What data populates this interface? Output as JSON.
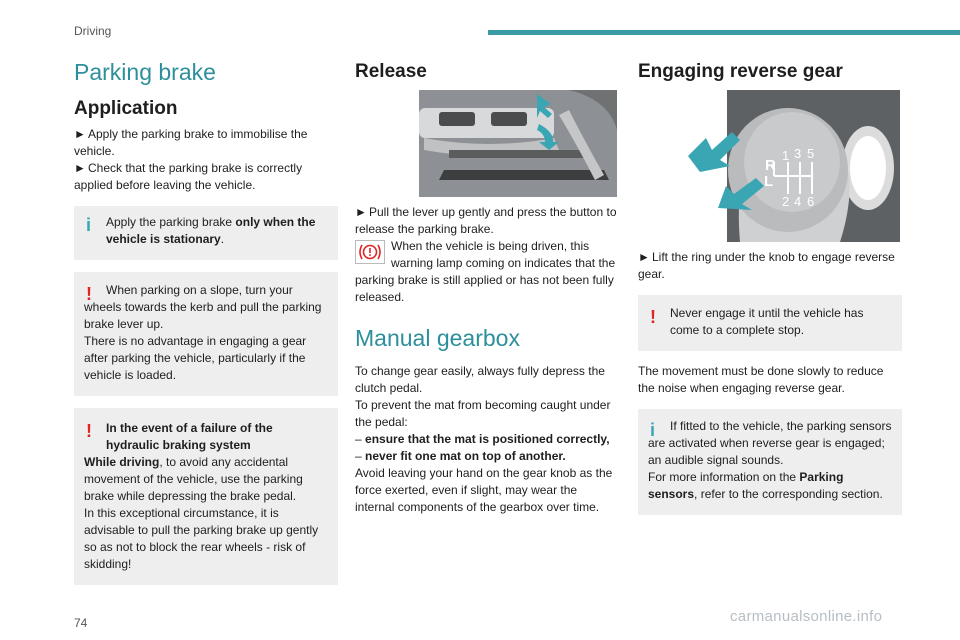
{
  "header": {
    "section": "Driving"
  },
  "page_number": "74",
  "watermark": "carmanualsonline.info",
  "col1": {
    "title": "Parking brake",
    "application_heading": "Application",
    "bullet1": "Apply the parking brake to immobilise the vehicle.",
    "bullet2": "Check that the parking brake is correctly applied before leaving the vehicle.",
    "info1_text": "Apply the parking brake ",
    "info1_bold": "only when the vehicle is stationary",
    "info1_end": ".",
    "warn1_line1": "When parking on a slope, turn your wheels towards the kerb and pull the parking brake lever up.",
    "warn1_line2": "There is no advantage in engaging a gear after parking the vehicle, particularly if the vehicle is loaded.",
    "warn2_heading": "In the event of a failure of the hydraulic braking system",
    "warn2_bold": "While driving",
    "warn2_rest": ", to avoid any accidental movement of the vehicle, use the parking brake while depressing the brake pedal.",
    "warn2_line2": "In this exceptional circumstance, it is advisable to pull the parking brake up gently so as not to block the rear wheels - risk of skidding!"
  },
  "col2": {
    "release_heading": "Release",
    "release_bullet": "Pull the lever up gently and press the button to release the parking brake.",
    "lamp_text": "When the vehicle is being driven, this warning lamp coming on indicates that the parking brake is still applied or has not been fully released.",
    "gearbox_title": "Manual gearbox",
    "gearbox_p1": "To change gear easily, always fully depress the clutch pedal.",
    "gearbox_p2": "To prevent the mat from becoming caught under the pedal:",
    "dash1": "ensure that the mat is positioned correctly,",
    "dash2": "never fit one mat on top of another.",
    "gearbox_p3": "Avoid leaving your hand on the gear knob as the force exerted, even if slight, may wear the internal components of the gearbox over time."
  },
  "col3": {
    "reverse_heading": "Engaging reverse gear",
    "knob_letters": {
      "r": "R",
      "l": "L",
      "n1": "1",
      "n3": "3",
      "n5": "5",
      "n2": "2",
      "n4": "4",
      "n6": "6"
    },
    "reverse_bullet": "Lift the ring under the knob to engage reverse gear.",
    "warn_text": "Never engage it until the vehicle has come to a complete stop.",
    "p1": "The movement must be done slowly to reduce the noise when engaging reverse gear.",
    "info_line1": "If fitted to the vehicle, the parking sensors are activated when reverse gear is engaged; an audible signal sounds.",
    "info_line2_pre": "For more information on the ",
    "info_line2_bold": "Parking sensors",
    "info_line2_end": ", refer to the corresponding section."
  },
  "icons": {
    "arrow": "►",
    "info": "i",
    "warn": "!",
    "dash": "–"
  },
  "colors": {
    "accent": "#3a9aa6",
    "warning": "#e02424",
    "info": "#3aa6b4",
    "box": "#eeeeee"
  }
}
